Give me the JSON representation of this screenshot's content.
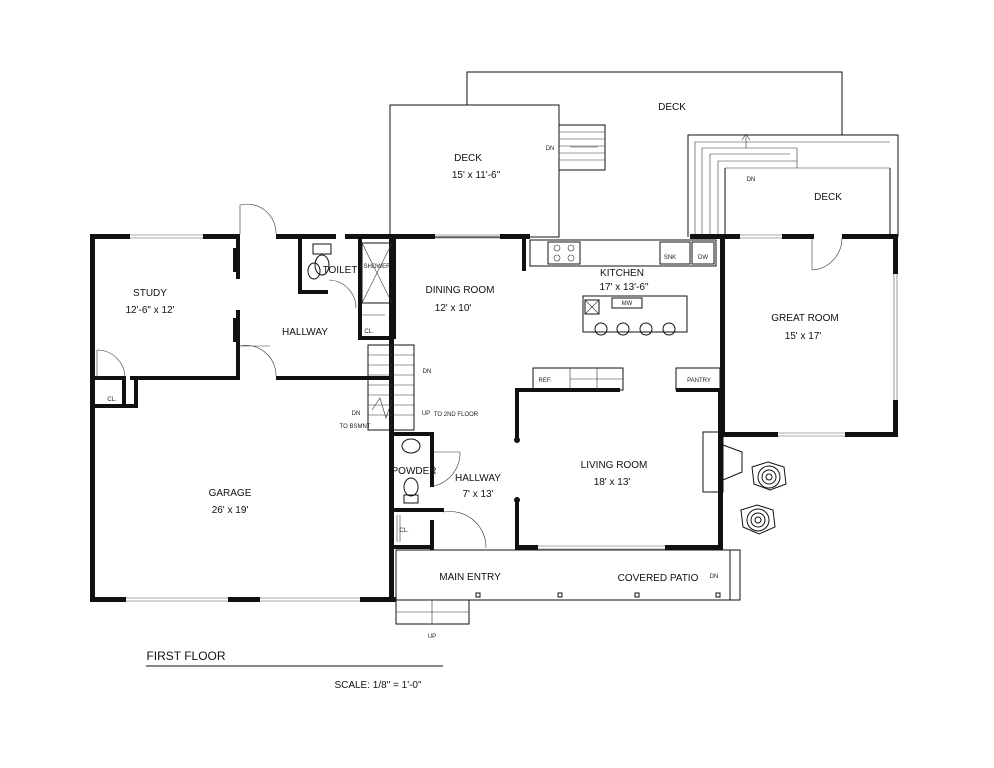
{
  "rooms": {
    "deck_top": "DECK",
    "deck_left": "DECK",
    "deck_left_size": "15' x 11'-6\"",
    "deck_right": "DECK",
    "study": "STUDY",
    "study_size": "12'-6\" x 12'",
    "hallway_upper": "HALLWAY",
    "toilet": "TOILET",
    "shower": "SHOWER",
    "dining": "DINING ROOM",
    "dining_size": "12' x 10'",
    "kitchen": "KITCHEN",
    "kitchen_size": "17' x 13'-6\"",
    "great_room": "GREAT ROOM",
    "great_room_size": "15' x 17'",
    "garage": "GARAGE",
    "garage_size": "26' x 19'",
    "powder": "POWDER",
    "hallway_lower": "HALLWAY",
    "hallway_lower_size": "7' x 13'",
    "living": "LIVING ROOM",
    "living_size": "18' x 13'",
    "main_entry": "MAIN ENTRY",
    "covered_patio": "COVERED PATIO"
  },
  "fixtures": {
    "closet_upper": "CL.",
    "closet_study": "CL.",
    "closet_lower": "CL.",
    "sink": "SNK",
    "dishwasher": "DW",
    "microwave": "MW",
    "refrigerator": "REF.",
    "pantry": "PANTRY"
  },
  "stairs": {
    "dn_deck": "DN",
    "dn_deck_right": "DN",
    "dn_hall": "DN",
    "dn_basement": "DN",
    "to_basement": "TO BSMNT",
    "up_second": "UP",
    "to_second": "TO 2ND FLOOR",
    "dn_patio": "DN",
    "up_entry": "UP"
  },
  "title": {
    "floor": "FIRST FLOOR",
    "scale": "SCALE: 1/8\" = 1'-0\""
  }
}
